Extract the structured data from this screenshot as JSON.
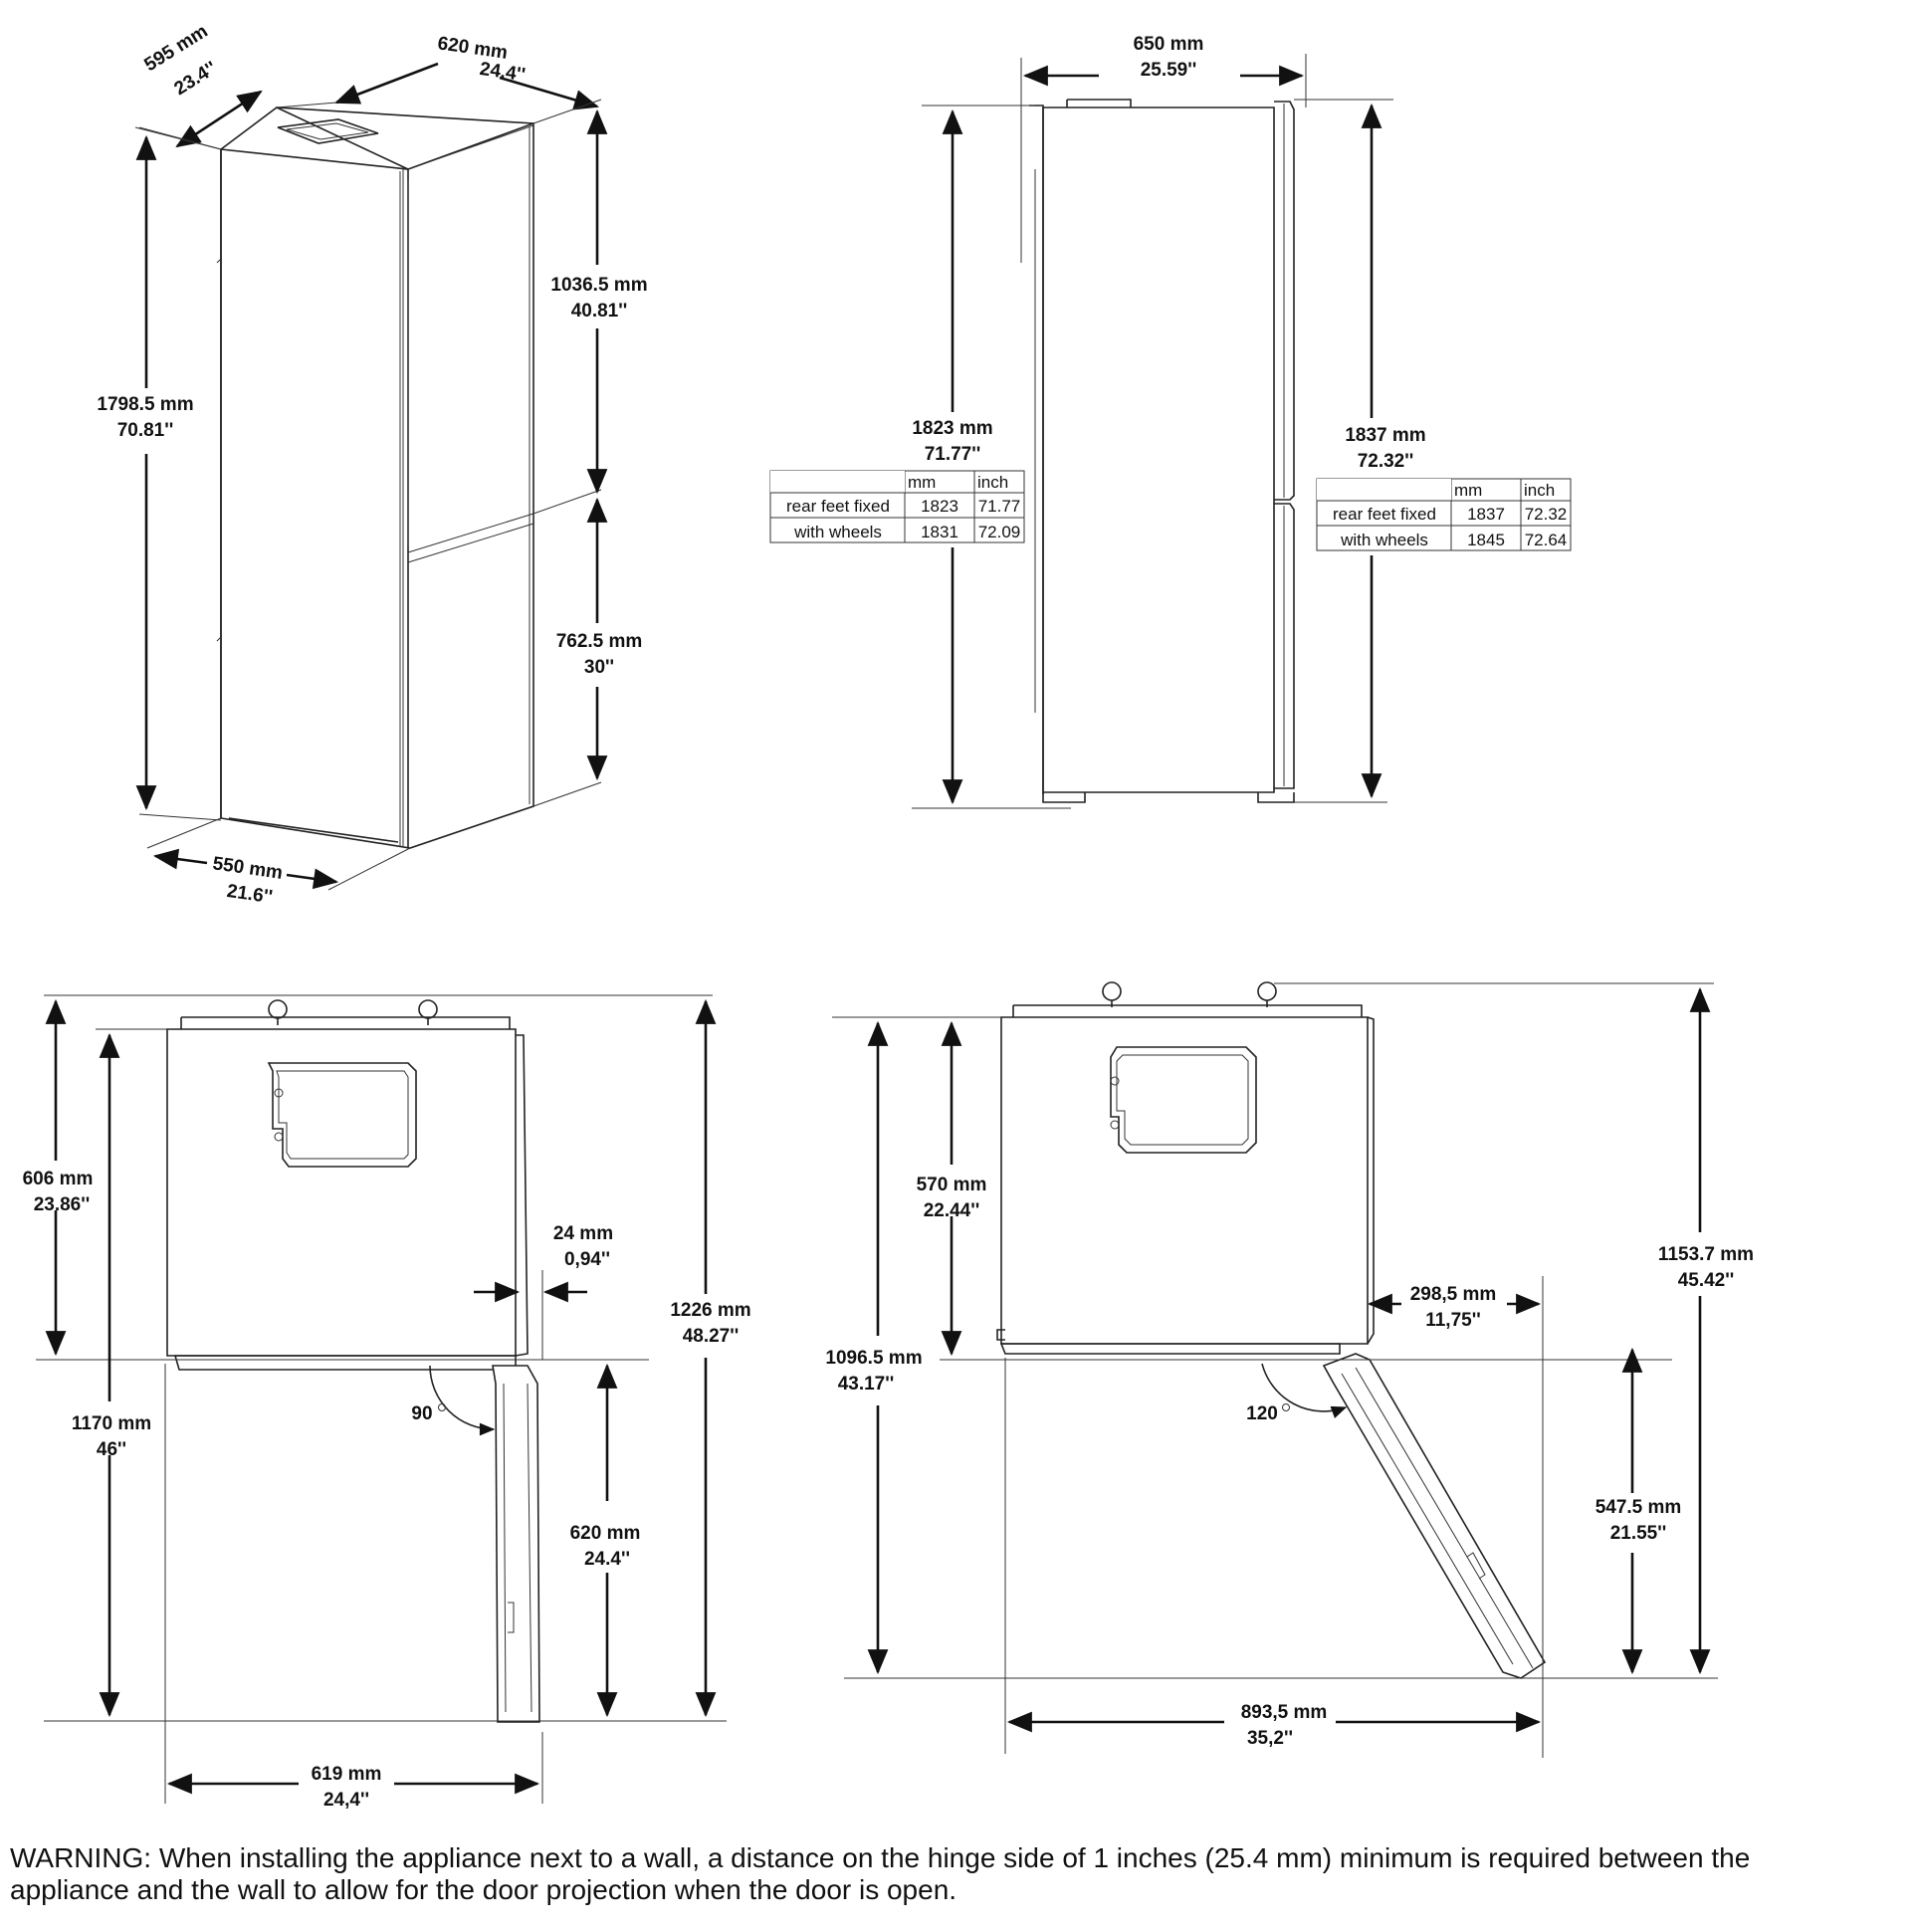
{
  "top_left_view": {
    "width_side": {
      "mm": "595 mm",
      "inch": "23.4''"
    },
    "width_front": {
      "mm": "620 mm",
      "inch": "24.4''"
    },
    "total_height": {
      "mm": "1798.5 mm",
      "inch": "70.81''"
    },
    "upper_door": {
      "mm": "1036.5 mm",
      "inch": "40.81''"
    },
    "lower_door": {
      "mm": "762.5 mm",
      "inch": "30''"
    },
    "base_depth": {
      "mm": "550 mm",
      "inch": "21.6''"
    }
  },
  "top_right_view": {
    "width": {
      "mm": "650 mm",
      "inch": "25.59''"
    },
    "left_height": {
      "mm": "1823 mm",
      "inch": "71.77''"
    },
    "right_height": {
      "mm": "1837 mm",
      "inch": "72.32''"
    },
    "table_left": {
      "headers": [
        "",
        "mm",
        "inch"
      ],
      "rows": [
        [
          "rear feet fixed",
          "1823",
          "71.77"
        ],
        [
          "with wheels",
          "1831",
          "72.09"
        ]
      ]
    },
    "table_right": {
      "headers": [
        "",
        "mm",
        "inch"
      ],
      "rows": [
        [
          "rear feet fixed",
          "1837",
          "72.32"
        ],
        [
          "with wheels",
          "1845",
          "72.64"
        ]
      ]
    }
  },
  "bottom_left_view": {
    "depth": {
      "mm": "606 mm",
      "inch": "23.86''"
    },
    "clearance": {
      "mm": "24 mm",
      "inch": "0,94''"
    },
    "total_depth": {
      "mm": "1226 mm",
      "inch": "48.27''"
    },
    "depth_open": {
      "mm": "1170 mm",
      "inch": "46''"
    },
    "angle": "90",
    "door_width": {
      "mm": "620 mm",
      "inch": "24.4''"
    },
    "overall_width": {
      "mm": "619 mm",
      "inch": "24,4''"
    }
  },
  "bottom_right_view": {
    "depth": {
      "mm": "570 mm",
      "inch": "22.44''"
    },
    "door_offset": {
      "mm": "298,5 mm",
      "inch": "11,75''"
    },
    "total_depth": {
      "mm": "1153.7 mm",
      "inch": "45.42''"
    },
    "depth_open": {
      "mm": "1096.5 mm",
      "inch": "43.17''"
    },
    "angle": "120",
    "door_depth": {
      "mm": "547.5 mm",
      "inch": "21.55''"
    },
    "overall_width": {
      "mm": "893,5 mm",
      "inch": "35,2''"
    }
  },
  "warning": "WARNING: When installing the appliance next to a wall, a distance on the hinge side of 1 inches (25.4 mm) minimum is required between the appliance and the wall to allow for the door projection when the door is open."
}
